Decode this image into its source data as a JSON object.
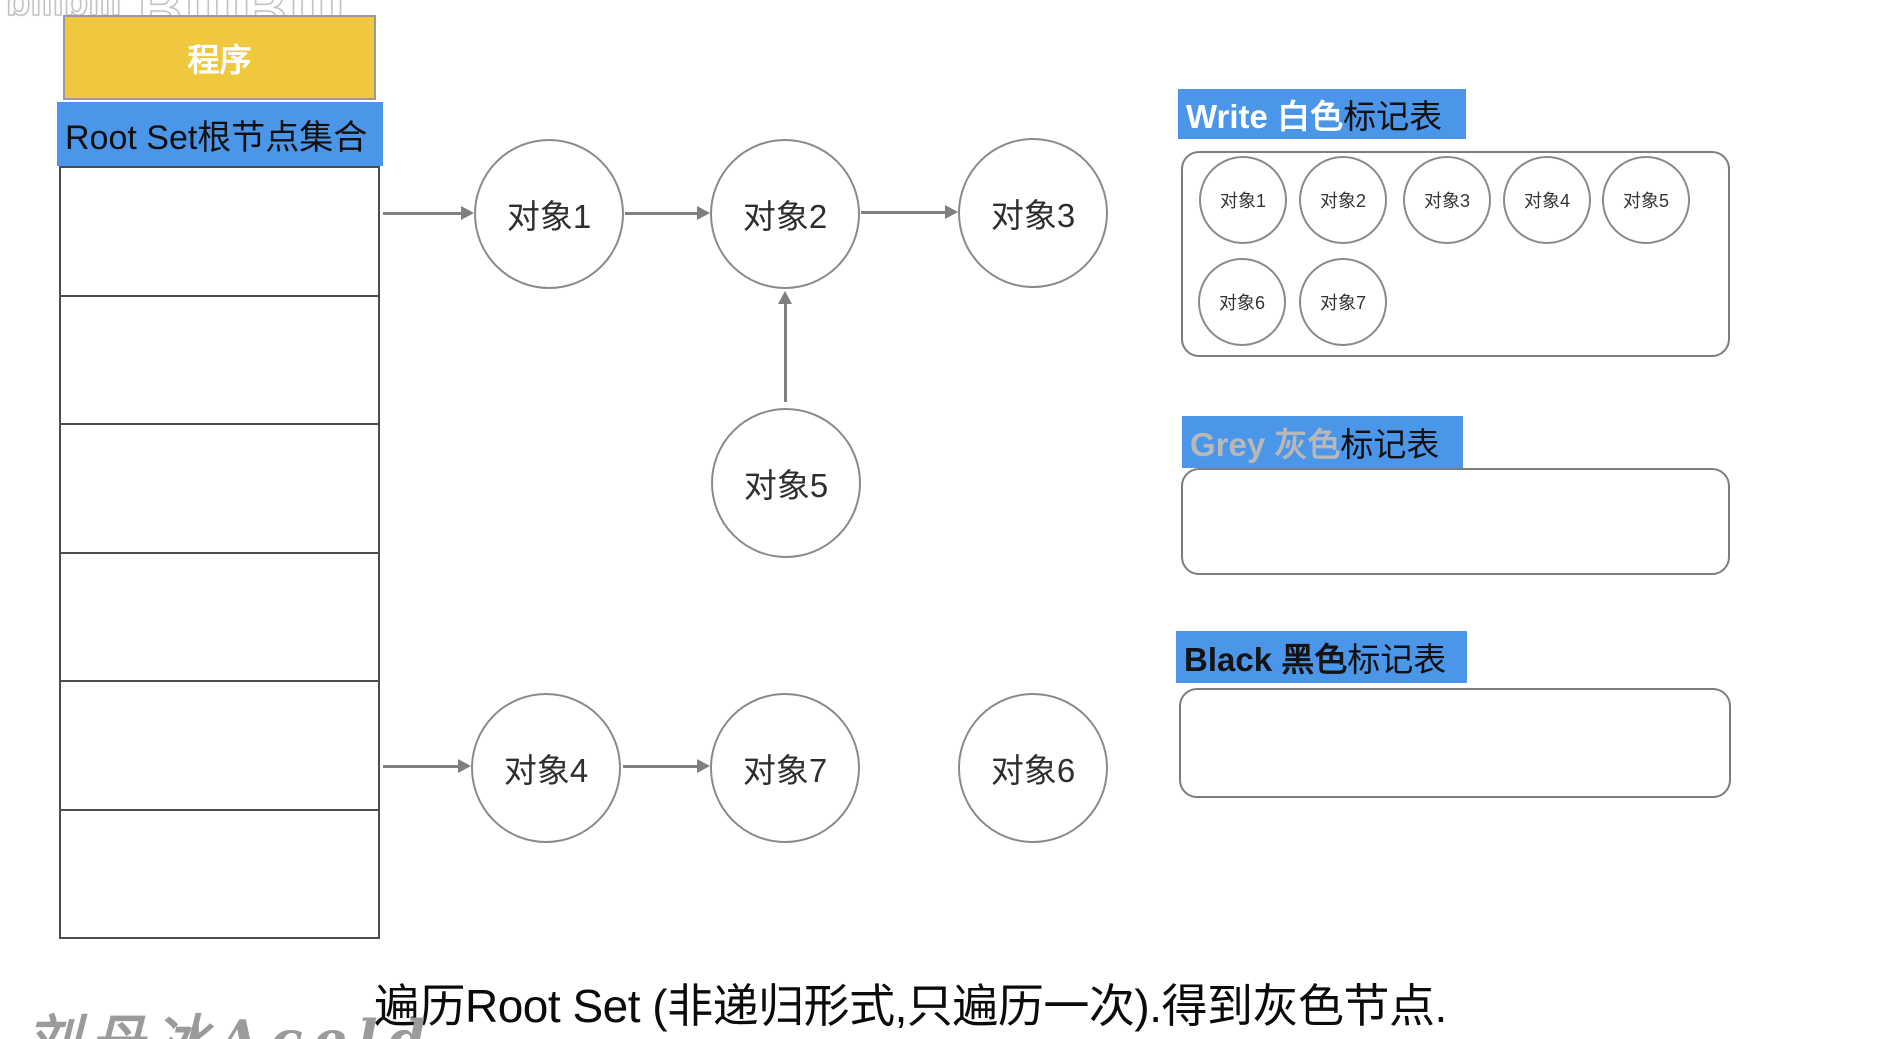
{
  "colors": {
    "highlight_blue": "#4B96E8",
    "program_yellow": "#EFC83D",
    "grey_label_text": "#B8B8B8",
    "node_stroke_grey": "#8A8A8A",
    "arrow_grey": "#7F7F7F"
  },
  "watermarks": {
    "top_corner": "bilibili",
    "top": "BiliBili",
    "signature": "刘丹冰Aceld"
  },
  "memory_table": {
    "program_label": "程序",
    "root_set_label": "Root Set根节点集合",
    "empty_row_count": 6
  },
  "graph": {
    "nodes": [
      {
        "label": "对象1"
      },
      {
        "label": "对象2"
      },
      {
        "label": "对象3"
      },
      {
        "label": "对象4"
      },
      {
        "label": "对象5"
      },
      {
        "label": "对象6"
      },
      {
        "label": "对象7"
      }
    ],
    "edges": [
      "root-set → 对象1",
      "对象1 → 对象2",
      "对象2 → 对象3",
      "对象5 → 对象2",
      "root-set → 对象4",
      "对象4 → 对象7"
    ]
  },
  "mark_tables": {
    "white": {
      "label_colored": "Write 白色",
      "label_rest": "标记表",
      "members": [
        "对象1",
        "对象2",
        "对象3",
        "对象4",
        "对象5",
        "对象6",
        "对象7"
      ]
    },
    "grey": {
      "label_colored": "Grey 灰色",
      "label_rest": "标记表",
      "members": []
    },
    "black": {
      "label_colored": "Black 黑色",
      "label_rest": "标记表",
      "members": []
    }
  },
  "caption": "遍历Root Set (非递归形式,只遍历一次).得到灰色节点."
}
